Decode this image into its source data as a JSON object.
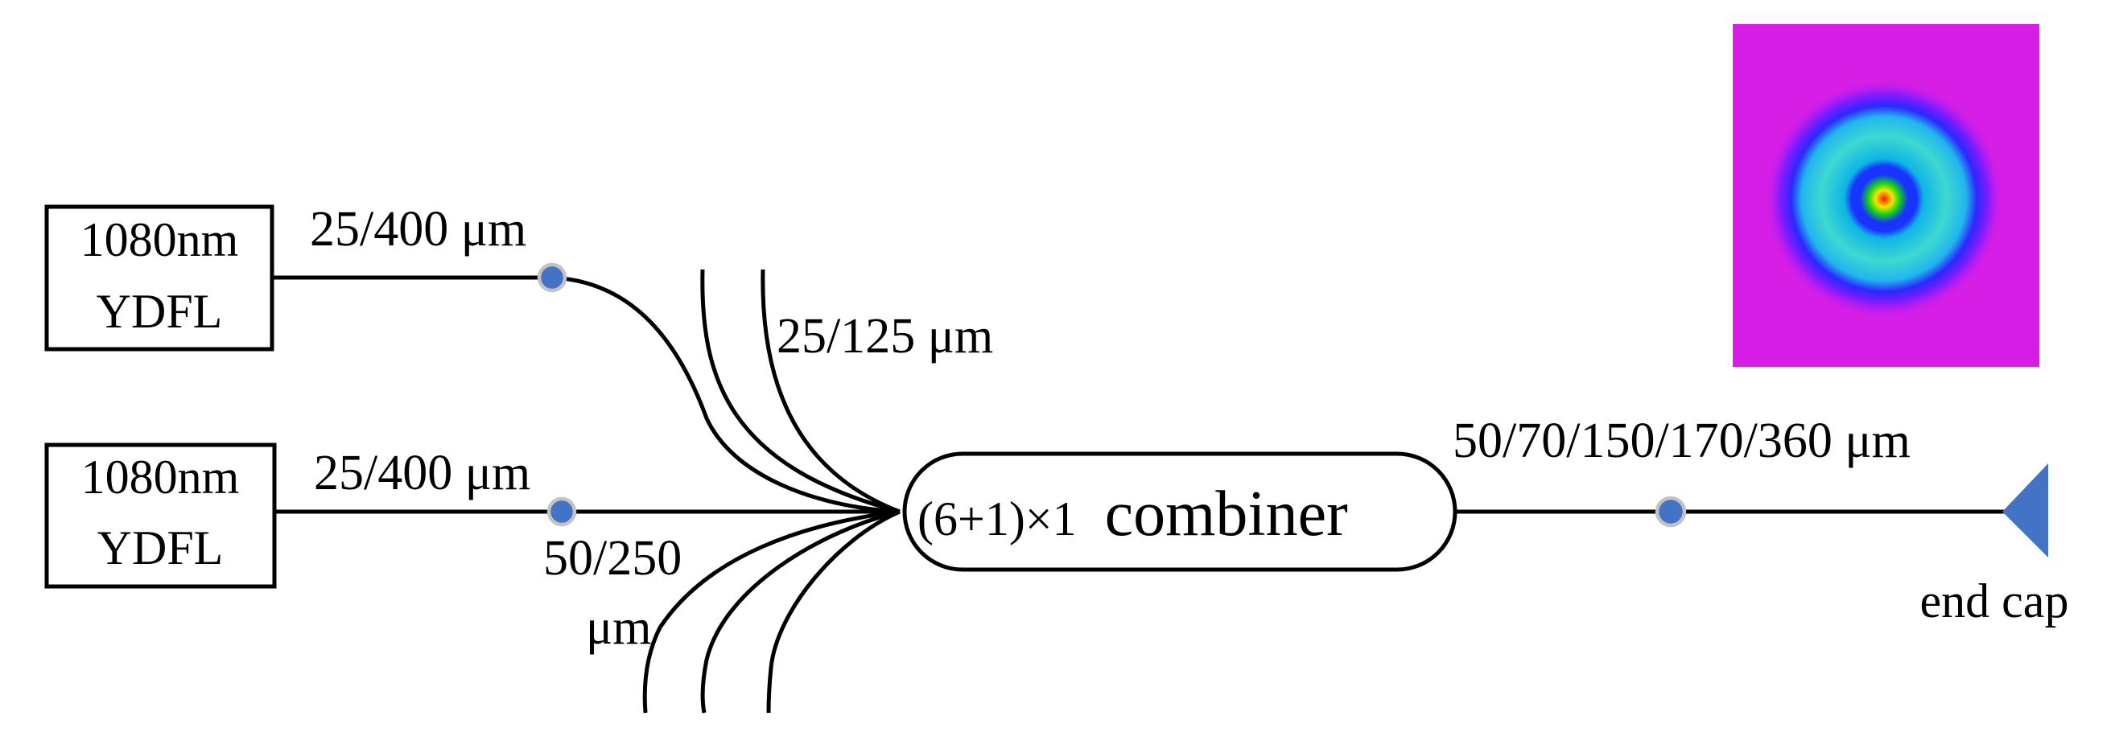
{
  "lasers": [
    {
      "line1": "1080nm",
      "line2": "YDFL"
    },
    {
      "line1": "1080nm",
      "line2": "YDFL"
    }
  ],
  "fibers": {
    "input_top": "25/400 μm",
    "input_bottom": "25/400 μm",
    "signal": "25/125 μm",
    "bottom_bundle_line1": "50/250",
    "bottom_bundle_line2": "μm",
    "output": "50/70/150/170/360 μm"
  },
  "combiner": {
    "prefix": "(6+1)×1",
    "word": "combiner"
  },
  "end_cap": {
    "label": "end cap"
  },
  "colors": {
    "splice_fill": "#4472c4",
    "splice_stroke": "#c3c3c3",
    "end_cap": "#4472c4",
    "beam_background": "#d61ee6"
  },
  "beam_profile": {
    "type": "ring-mode intensity image"
  }
}
